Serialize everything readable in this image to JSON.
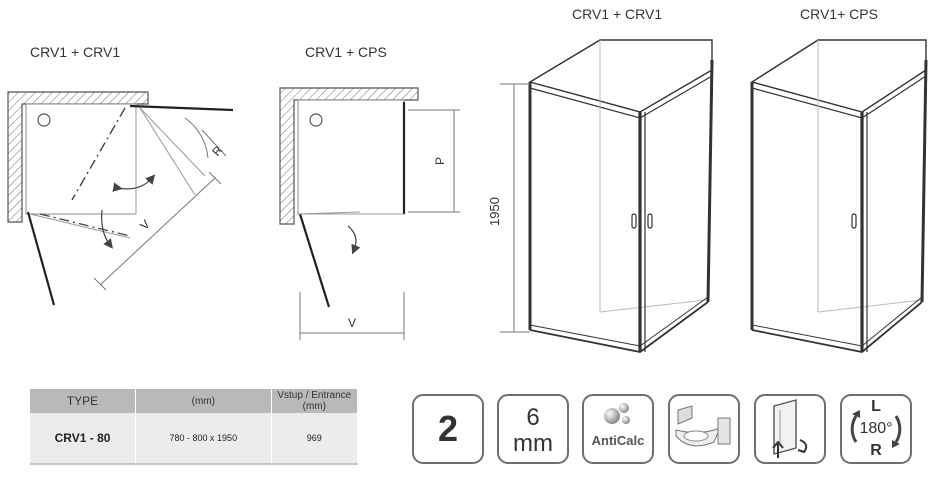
{
  "titles": {
    "plan_left": "CRV1 + CRV1",
    "plan_mid": "CRV1 + CPS",
    "view_left": "CRV1 + CRV1",
    "view_right": "CRV1+ CPS"
  },
  "dimensions": {
    "radius": "R",
    "width_v": "V",
    "width_v2": "V",
    "depth_p": "P",
    "height": "1950"
  },
  "table": {
    "headers": [
      "TYPE",
      "(mm)",
      "Vstup / Entrance (mm)"
    ],
    "rows": [
      [
        "CRV1 - 80",
        "780 - 800 x 1950",
        "969"
      ]
    ]
  },
  "features": {
    "doors_count": "2",
    "glass_thickness": "6",
    "glass_unit": "mm",
    "anticalc": "AntiCalc",
    "rotation_top": "L",
    "rotation_angle": "180°",
    "rotation_bottom": "R"
  },
  "icons": [
    "anticalc-icon",
    "bathroom-icon",
    "door-hinge-icon",
    "rotation-icon"
  ]
}
